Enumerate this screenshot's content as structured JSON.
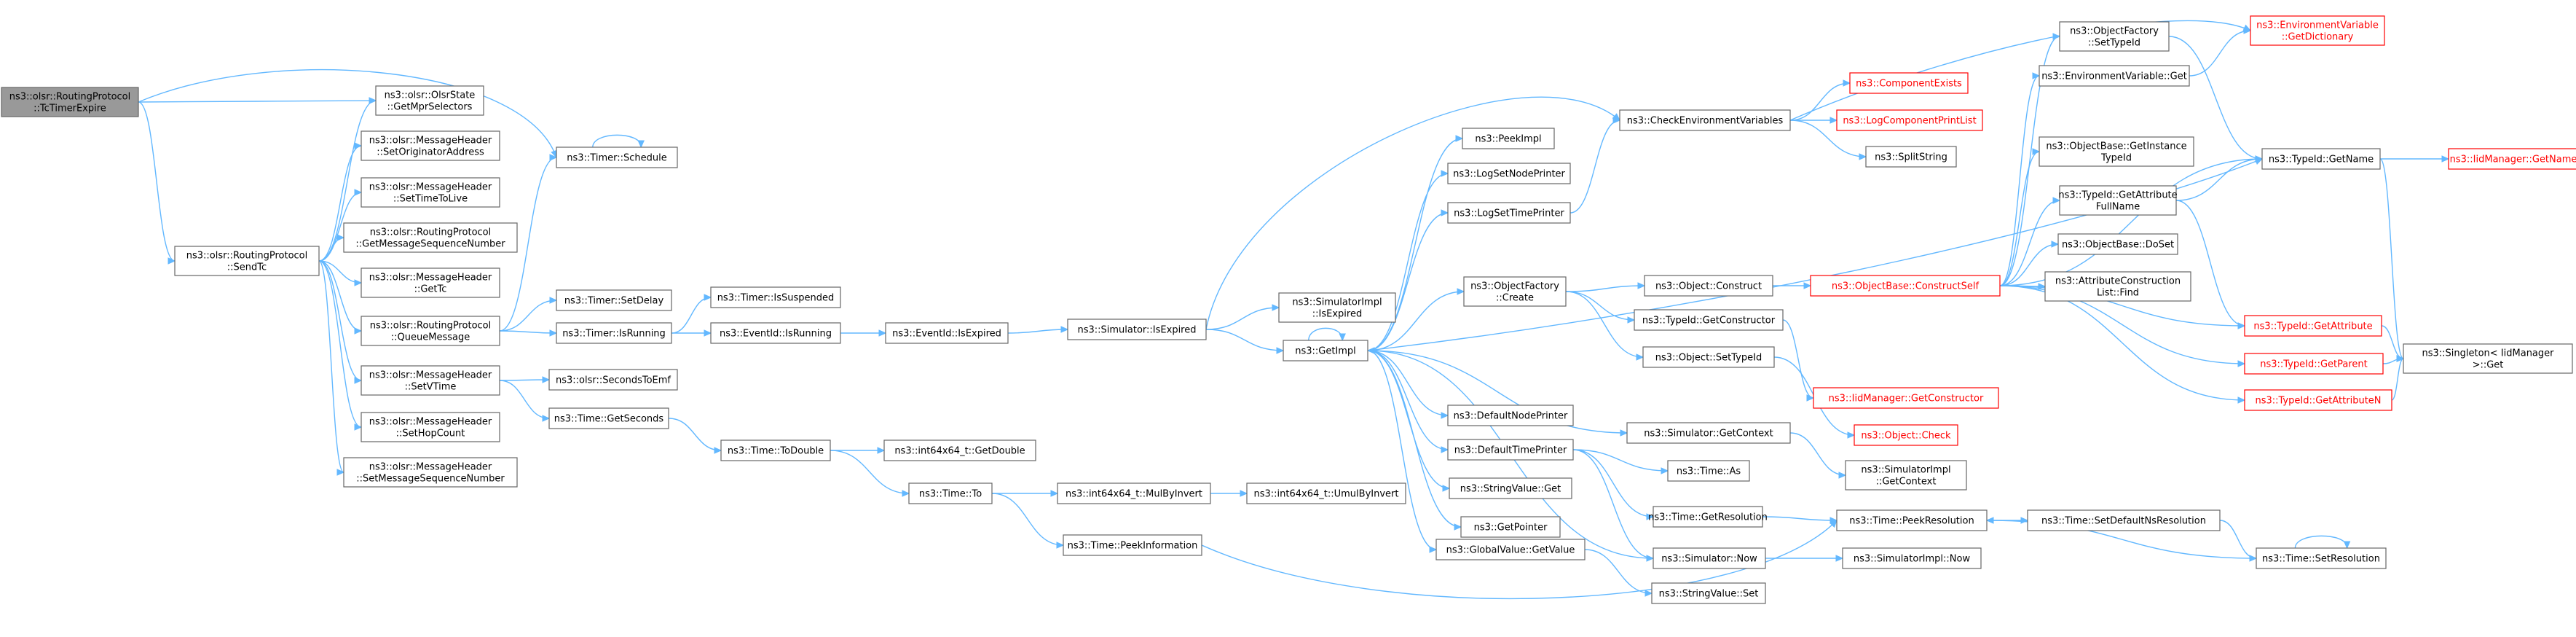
{
  "colors": {
    "edge": "#63b8ff",
    "node_border": "#666666",
    "node_fill": "#ffffff",
    "root_fill": "#999999",
    "root_border": "#666666",
    "external_border": "#ff0000",
    "external_text": "#ff0000"
  },
  "nodes": {
    "n_root": {
      "lines": [
        "ns3::olsr::RoutingProtocol",
        "::TcTimerExpire"
      ],
      "style": "root"
    },
    "n_sendtc": {
      "lines": [
        "ns3::olsr::RoutingProtocol",
        "::SendTc"
      ],
      "style": "normal"
    },
    "n_getmpr": {
      "lines": [
        "ns3::olsr::OlsrState",
        "::GetMprSelectors"
      ],
      "style": "normal"
    },
    "n_setorig": {
      "lines": [
        "ns3::olsr::MessageHeader",
        "::SetOriginatorAddress"
      ],
      "style": "normal"
    },
    "n_setttl": {
      "lines": [
        "ns3::olsr::MessageHeader",
        "::SetTimeToLive"
      ],
      "style": "normal"
    },
    "n_getmsgseq": {
      "lines": [
        "ns3::olsr::RoutingProtocol",
        "::GetMessageSequenceNumber"
      ],
      "style": "normal"
    },
    "n_gettc": {
      "lines": [
        "ns3::olsr::MessageHeader",
        "::GetTc"
      ],
      "style": "normal"
    },
    "n_queuemsg": {
      "lines": [
        "ns3::olsr::RoutingProtocol",
        "::QueueMessage"
      ],
      "style": "normal"
    },
    "n_setvtime": {
      "lines": [
        "ns3::olsr::MessageHeader",
        "::SetVTime"
      ],
      "style": "normal"
    },
    "n_sethop": {
      "lines": [
        "ns3::olsr::MessageHeader",
        "::SetHopCount"
      ],
      "style": "normal"
    },
    "n_setmsgseq": {
      "lines": [
        "ns3::olsr::MessageHeader",
        "::SetMessageSequenceNumber"
      ],
      "style": "normal"
    },
    "n_schedule": {
      "lines": [
        "ns3::Timer::Schedule"
      ],
      "style": "normal"
    },
    "n_setdelay": {
      "lines": [
        "ns3::Timer::SetDelay"
      ],
      "style": "normal"
    },
    "n_isrunning": {
      "lines": [
        "ns3::Timer::IsRunning"
      ],
      "style": "normal"
    },
    "n_secemf": {
      "lines": [
        "ns3::olsr::SecondsToEmf"
      ],
      "style": "normal"
    },
    "n_getseconds": {
      "lines": [
        "ns3::Time::GetSeconds"
      ],
      "style": "normal"
    },
    "n_issuspended": {
      "lines": [
        "ns3::Timer::IsSuspended"
      ],
      "style": "normal"
    },
    "n_evrunning": {
      "lines": [
        "ns3::EventId::IsRunning"
      ],
      "style": "normal"
    },
    "n_evexpired": {
      "lines": [
        "ns3::EventId::IsExpired"
      ],
      "style": "normal"
    },
    "n_todouble": {
      "lines": [
        "ns3::Time::ToDouble"
      ],
      "style": "normal"
    },
    "n_to": {
      "lines": [
        "ns3::Time::To"
      ],
      "style": "normal"
    },
    "n_peekinfo": {
      "lines": [
        "ns3::Time::PeekInformation"
      ],
      "style": "normal"
    },
    "n_int64getdouble": {
      "lines": [
        "ns3::int64x64_t::GetDouble"
      ],
      "style": "normal"
    },
    "n_mulbyinvert": {
      "lines": [
        "ns3::int64x64_t::MulByInvert"
      ],
      "style": "normal"
    },
    "n_umulbyinvert": {
      "lines": [
        "ns3::int64x64_t::UmulByInvert"
      ],
      "style": "normal"
    },
    "n_simisexpired": {
      "lines": [
        "ns3::Simulator::IsExpired"
      ],
      "style": "normal"
    },
    "n_simimplexpired": {
      "lines": [
        "ns3::SimulatorImpl",
        "::IsExpired"
      ],
      "style": "normal"
    },
    "n_getimpl": {
      "lines": [
        "ns3::GetImpl"
      ],
      "style": "normal"
    },
    "n_peekimpl": {
      "lines": [
        "ns3::PeekImpl"
      ],
      "style": "normal"
    },
    "n_logsetnode": {
      "lines": [
        "ns3::LogSetNodePrinter"
      ],
      "style": "normal"
    },
    "n_logsettime": {
      "lines": [
        "ns3::LogSetTimePrinter"
      ],
      "style": "normal"
    },
    "n_objfactcreate": {
      "lines": [
        "ns3::ObjectFactory",
        "::Create"
      ],
      "style": "normal"
    },
    "n_defnode": {
      "lines": [
        "ns3::DefaultNodePrinter"
      ],
      "style": "normal"
    },
    "n_deftime": {
      "lines": [
        "ns3::DefaultTimePrinter"
      ],
      "style": "normal"
    },
    "n_strvalget": {
      "lines": [
        "ns3::StringValue::Get"
      ],
      "style": "normal"
    },
    "n_getpointer": {
      "lines": [
        "ns3::GetPointer"
      ],
      "style": "normal"
    },
    "n_globalget": {
      "lines": [
        "ns3::GlobalValue::GetValue"
      ],
      "style": "normal"
    },
    "n_checkenv": {
      "lines": [
        "ns3::CheckEnvironmentVariables"
      ],
      "style": "normal"
    },
    "n_compexists": {
      "lines": [
        "ns3::ComponentExists"
      ],
      "style": "external"
    },
    "n_logcomp": {
      "lines": [
        "ns3::LogComponentPrintList"
      ],
      "style": "external"
    },
    "n_splitstring": {
      "lines": [
        "ns3::SplitString"
      ],
      "style": "normal"
    },
    "n_objconstruct": {
      "lines": [
        "ns3::Object::Construct"
      ],
      "style": "normal"
    },
    "n_typegetctor": {
      "lines": [
        "ns3::TypeId::GetConstructor"
      ],
      "style": "normal"
    },
    "n_objsettype": {
      "lines": [
        "ns3::Object::SetTypeId"
      ],
      "style": "normal"
    },
    "n_simgetctx": {
      "lines": [
        "ns3::Simulator::GetContext"
      ],
      "style": "normal"
    },
    "n_timeas": {
      "lines": [
        "ns3::Time::As"
      ],
      "style": "normal"
    },
    "n_getres": {
      "lines": [
        "ns3::Time::GetResolution"
      ],
      "style": "normal"
    },
    "n_simnow": {
      "lines": [
        "ns3::Simulator::Now"
      ],
      "style": "normal"
    },
    "n_strvalset": {
      "lines": [
        "ns3::StringValue::Set"
      ],
      "style": "normal"
    },
    "n_objbasector": {
      "lines": [
        "ns3::ObjectBase::ConstructSelf"
      ],
      "style": "external"
    },
    "n_iidgetctor": {
      "lines": [
        "ns3::IidManager::GetConstructor"
      ],
      "style": "external"
    },
    "n_objcheck": {
      "lines": [
        "ns3::Object::Check"
      ],
      "style": "external"
    },
    "n_simimplctx": {
      "lines": [
        "ns3::SimulatorImpl",
        "::GetContext"
      ],
      "style": "normal"
    },
    "n_peekres": {
      "lines": [
        "ns3::Time::PeekResolution"
      ],
      "style": "normal"
    },
    "n_simimplnow": {
      "lines": [
        "ns3::SimulatorImpl::Now"
      ],
      "style": "normal"
    },
    "n_objfactsettype": {
      "lines": [
        "ns3::ObjectFactory",
        "::SetTypeId"
      ],
      "style": "normal"
    },
    "n_envget": {
      "lines": [
        "ns3::EnvironmentVariable::Get"
      ],
      "style": "normal"
    },
    "n_objbasegetinst": {
      "lines": [
        "ns3::ObjectBase::GetInstance",
        "TypeId"
      ],
      "style": "normal"
    },
    "n_typegetattrfull": {
      "lines": [
        "ns3::TypeId::GetAttribute",
        "FullName"
      ],
      "style": "normal"
    },
    "n_objbasedoset": {
      "lines": [
        "ns3::ObjectBase::DoSet"
      ],
      "style": "normal"
    },
    "n_attrctor": {
      "lines": [
        "ns3::AttributeConstruction",
        "List::Find"
      ],
      "style": "normal"
    },
    "n_typegetattr": {
      "lines": [
        "ns3::TypeId::GetAttribute"
      ],
      "style": "external"
    },
    "n_typegetparent": {
      "lines": [
        "ns3::TypeId::GetParent"
      ],
      "style": "external"
    },
    "n_typegetattrn": {
      "lines": [
        "ns3::TypeId::GetAttributeN"
      ],
      "style": "external"
    },
    "n_setdefres": {
      "lines": [
        "ns3::Time::SetDefaultNsResolution"
      ],
      "style": "normal"
    },
    "n_setres": {
      "lines": [
        "ns3::Time::SetResolution"
      ],
      "style": "normal"
    },
    "n_envgetdict": {
      "lines": [
        "ns3::EnvironmentVariable",
        "::GetDictionary"
      ],
      "style": "external"
    },
    "n_typegetname": {
      "lines": [
        "ns3::TypeId::GetName"
      ],
      "style": "normal"
    },
    "n_iidgetname": {
      "lines": [
        "ns3::IidManager::GetName"
      ],
      "style": "external"
    },
    "n_singleton": {
      "lines": [
        "ns3::Singleton< IidManager",
        " >::Get"
      ],
      "style": "normal"
    }
  }
}
